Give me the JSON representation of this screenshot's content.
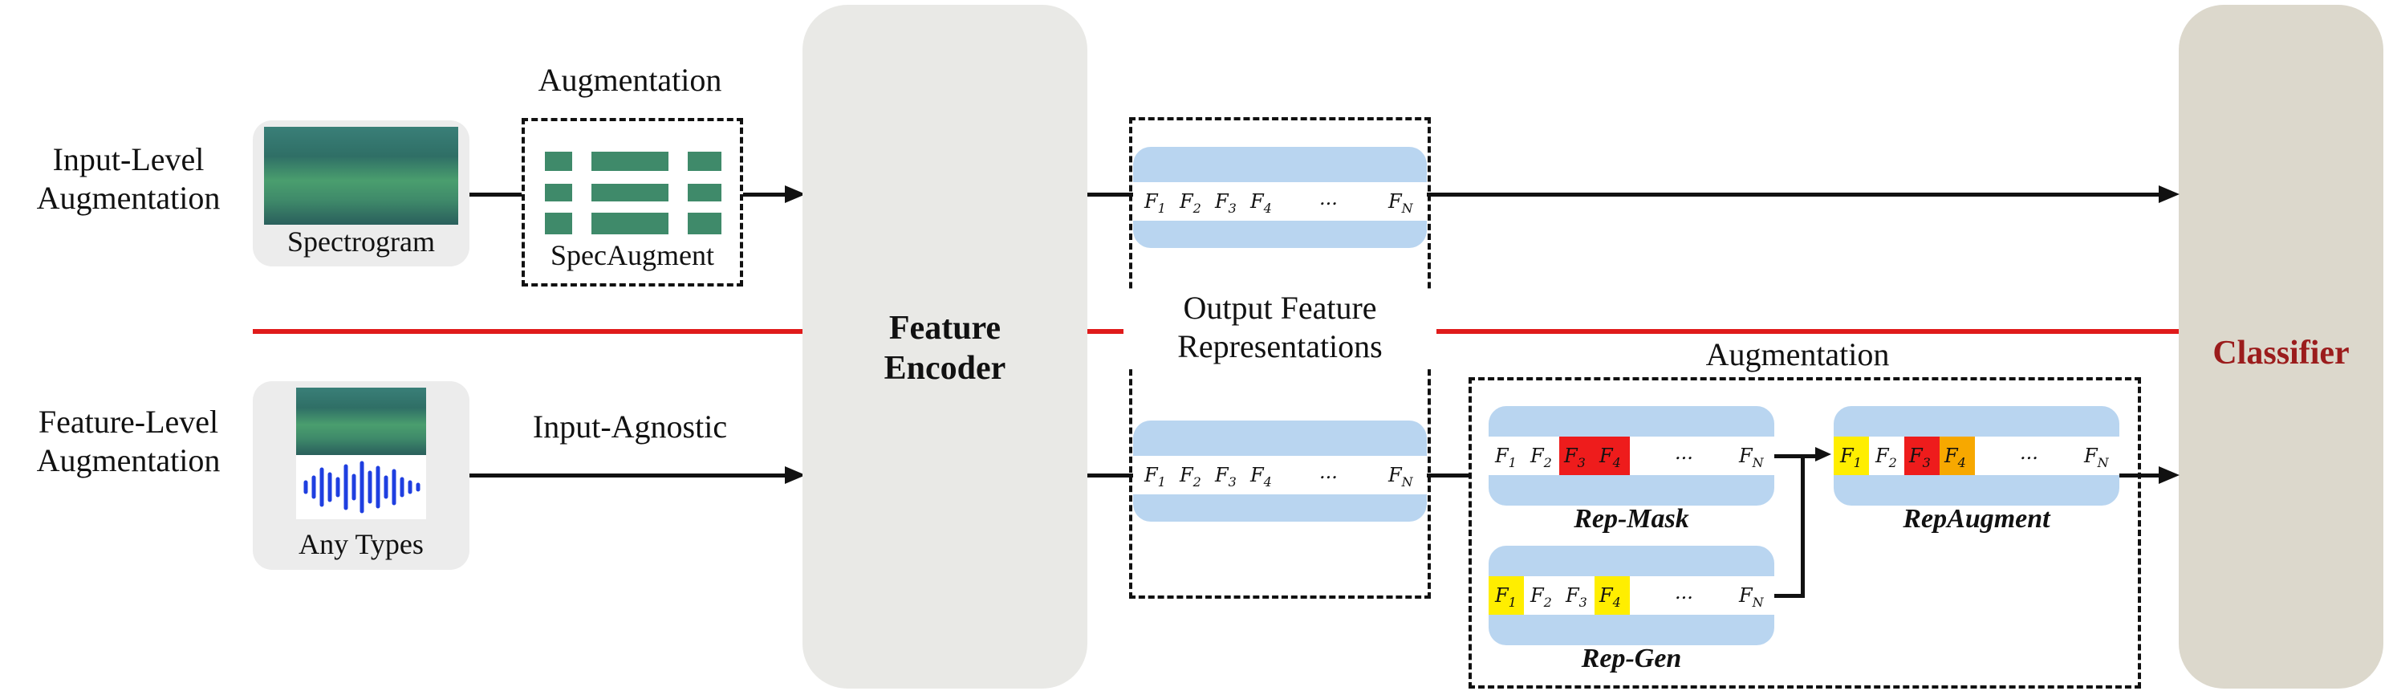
{
  "row_labels": {
    "input_level": [
      "Input-Level",
      "Augmentation"
    ],
    "feature_level": [
      "Feature-Level",
      "Augmentation"
    ]
  },
  "inputs": {
    "spectrogram_caption": "Spectrogram",
    "any_types_caption": "Any Types"
  },
  "top_branch": {
    "augmentation_title": "Augmentation",
    "specaugment_caption": "SpecAugment"
  },
  "bottom_branch": {
    "input_agnostic_label": "Input-Agnostic"
  },
  "encoder": {
    "label_line1": "Feature",
    "label_line2": "Encoder"
  },
  "classifier": {
    "label": "Classifier"
  },
  "representations": {
    "title_line1": "Output Feature",
    "title_line2": "Representations",
    "tokens": [
      "F1",
      "F2",
      "F3",
      "F4",
      "...",
      "FN"
    ]
  },
  "feature_aug": {
    "title": "Augmentation",
    "rep_mask": "Rep-Mask",
    "rep_gen": "Rep-Gen",
    "rep_augment": "RepAugment"
  },
  "colors": {
    "mask_red": "#ee1c1c",
    "gen_yellow": "#ffee00",
    "orange": "#f7a800",
    "divider_red": "#e01b1b",
    "classifier_text": "#9b1c1c",
    "token_bar": "#b9d5f0"
  }
}
